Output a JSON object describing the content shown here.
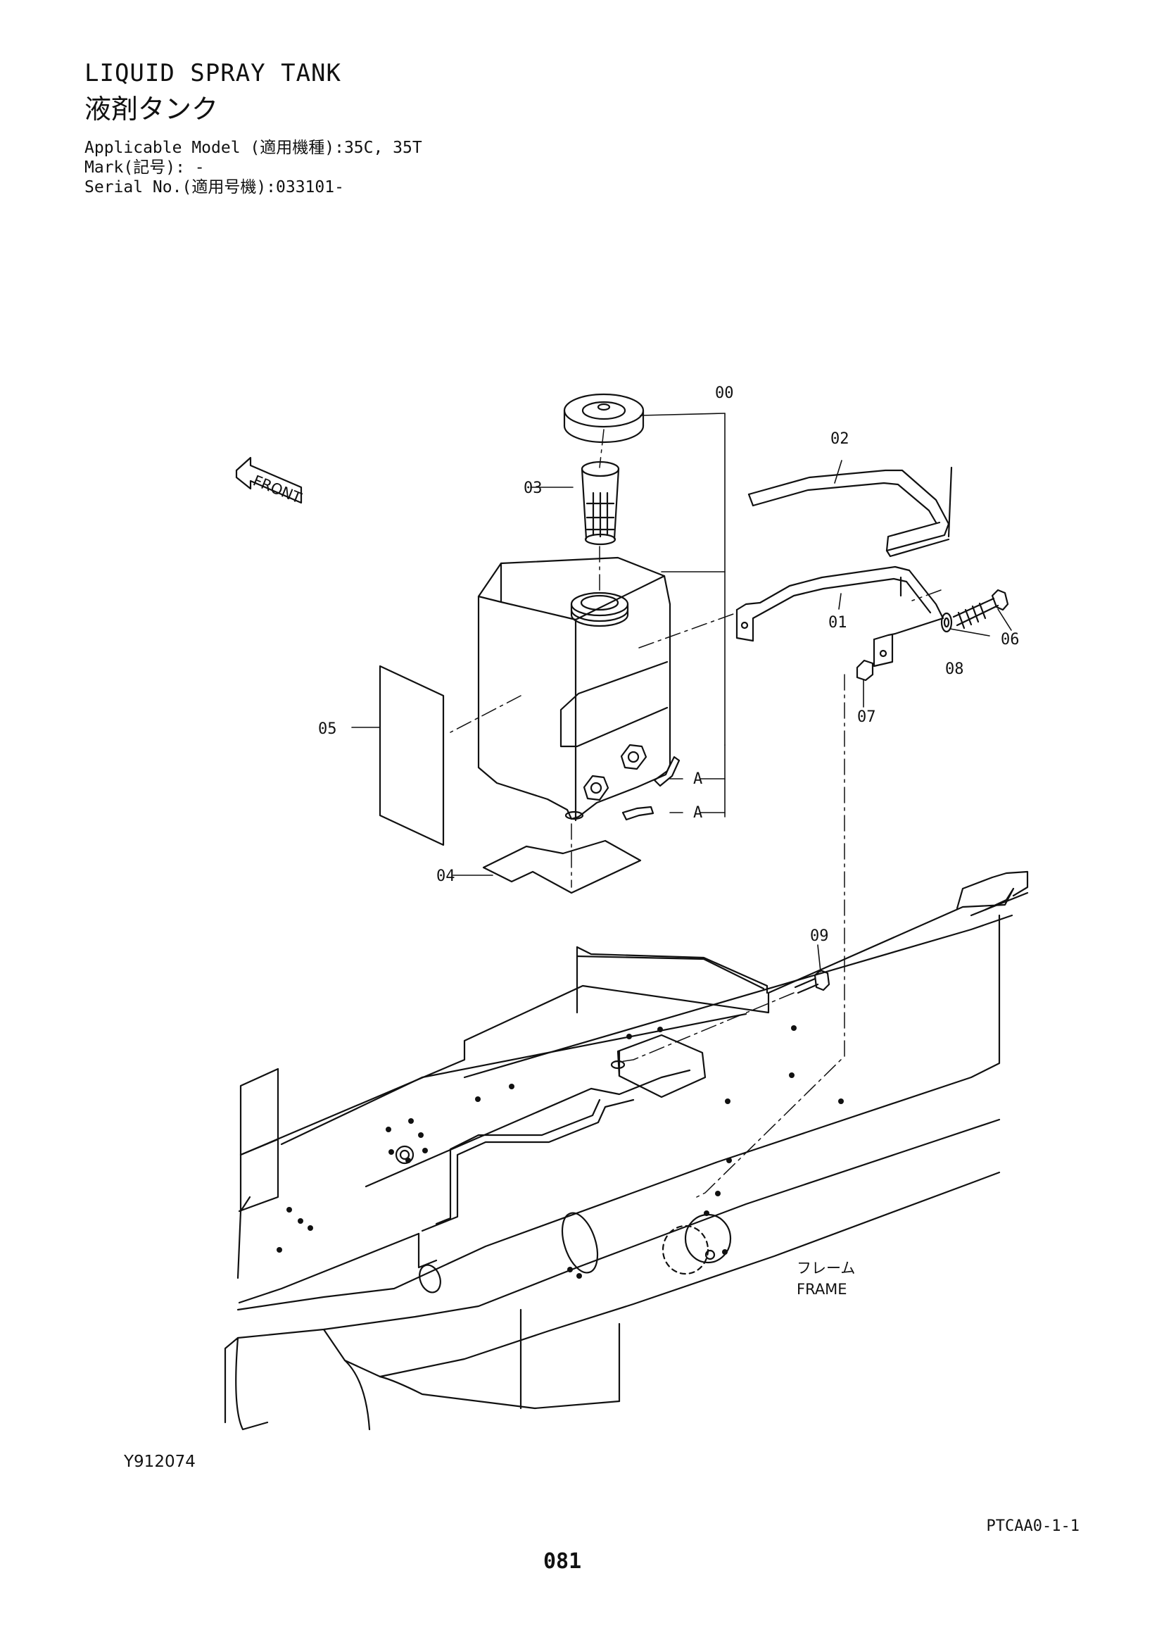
{
  "header": {
    "title_en": "LIQUID SPRAY TANK",
    "title_ja": "液剤タンク",
    "applicable_model": "Applicable Model (適用機種):35C, 35T",
    "mark": "Mark(記号): -",
    "serial_no": "Serial No.(適用号機):033101-"
  },
  "diagram": {
    "front_label": "FRONT",
    "callouts": {
      "p00": "00",
      "p01": "01",
      "p02": "02",
      "p03": "03",
      "p04": "04",
      "p05": "05",
      "p06": "06",
      "p07": "07",
      "p08": "08",
      "p09": "09"
    },
    "ref_a1": "A",
    "ref_a2": "A",
    "frame_ja": "フレーム",
    "frame_en": "FRAME"
  },
  "footer": {
    "drawing_no": "Y912074",
    "page_code": "PTCAA0-1-1",
    "page_number": "081"
  }
}
